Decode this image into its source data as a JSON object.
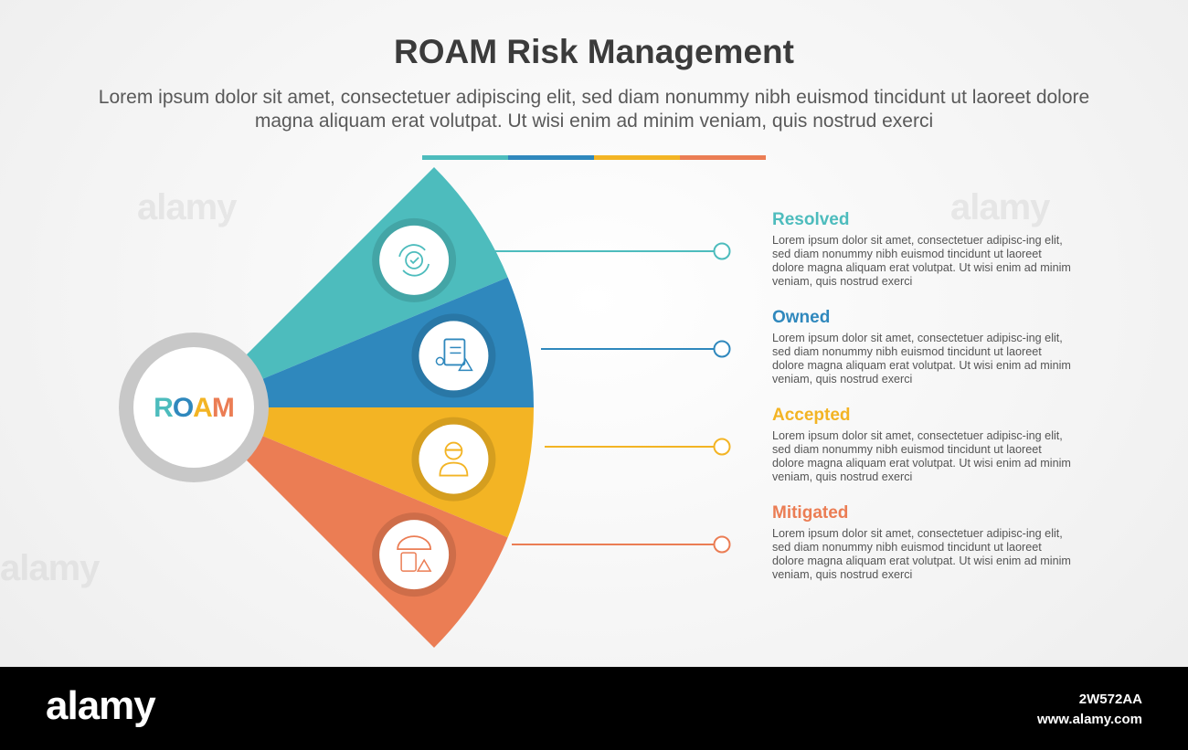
{
  "title": "ROAM Risk Management",
  "subtitle": "Lorem ipsum dolor sit amet, consectetuer adipiscing elit, sed diam nonummy nibh euismod tincidunt ut laoreet dolore magna aliquam erat volutpat. Ut wisi enim ad minim veniam, quis nostrud exerci",
  "divider_colors": [
    "#4dbcbd",
    "#2f88bd",
    "#f3b424",
    "#eb7d54"
  ],
  "center": {
    "letters": [
      {
        "char": "R",
        "color": "#4dbcbd"
      },
      {
        "char": "O",
        "color": "#2f88bd"
      },
      {
        "char": "A",
        "color": "#f3b424"
      },
      {
        "char": "M",
        "color": "#eb7d54"
      }
    ]
  },
  "items": [
    {
      "title": "Resolved",
      "color": "#4dbcbd",
      "icon": "resolved-cycle-check-icon",
      "desc": "Lorem ipsum dolor sit amet, consectetuer adipisc-ing elit, sed diam nonummy nibh euismod tincidunt ut laoreet dolore magna aliquam erat volutpat. Ut wisi enim ad minim veniam, quis nostrud exerci"
    },
    {
      "title": "Owned",
      "color": "#2f88bd",
      "icon": "owned-clipboard-person-icon",
      "desc": "Lorem ipsum dolor sit amet, consectetuer adipisc-ing elit, sed diam nonummy nibh euismod tincidunt ut laoreet dolore magna aliquam erat volutpat. Ut wisi enim ad minim veniam, quis nostrud exerci"
    },
    {
      "title": "Accepted",
      "color": "#f3b424",
      "icon": "accepted-masked-person-icon",
      "desc": "Lorem ipsum dolor sit amet, consectetuer adipisc-ing elit, sed diam nonummy nibh euismod tincidunt ut laoreet dolore magna aliquam erat volutpat. Ut wisi enim ad minim veniam, quis nostrud exerci"
    },
    {
      "title": "Mitigated",
      "color": "#eb7d54",
      "icon": "mitigated-umbrella-clipboard-icon",
      "desc": "Lorem ipsum dolor sit amet, consectetuer adipisc-ing elit, sed diam nonummy nibh euismod tincidunt ut laoreet dolore magna aliquam erat volutpat. Ut wisi enim ad minim veniam, quis nostrud exerci"
    }
  ],
  "footer": {
    "brand": "alamy",
    "image_id": "2W572AA",
    "site": "www.alamy.com"
  }
}
